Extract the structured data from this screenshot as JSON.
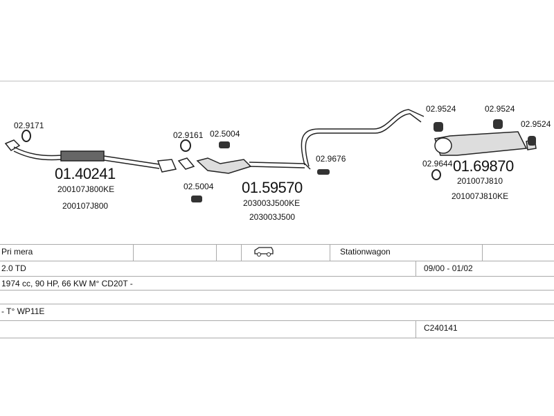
{
  "diagram": {
    "refs": [
      "02.9171",
      "02.9161",
      "02.5004",
      "02.5004",
      "02.9676",
      "02.9524",
      "02.9524",
      "02.9524",
      "02.9644"
    ],
    "parts": [
      {
        "number": "01.40241",
        "codes": [
          "200107J800KE",
          "200107J800"
        ]
      },
      {
        "number": "01.59570",
        "codes": [
          "203003J500KE",
          "203003J500"
        ]
      },
      {
        "number": "01.69870",
        "codes": [
          "201007J810",
          "201007J810KE"
        ]
      }
    ]
  },
  "table": {
    "model": "Pri mera",
    "body_icon": "station-wagon-car-icon",
    "body_type": "Stationwagon",
    "engine": "2.0 TD",
    "period": "09/00 - 01/02",
    "specs": "1974 cc, 90 HP, 66 KW M° CD20T -",
    "row3": "",
    "transmission": "- T° WP11E",
    "catalog": "C240141"
  }
}
